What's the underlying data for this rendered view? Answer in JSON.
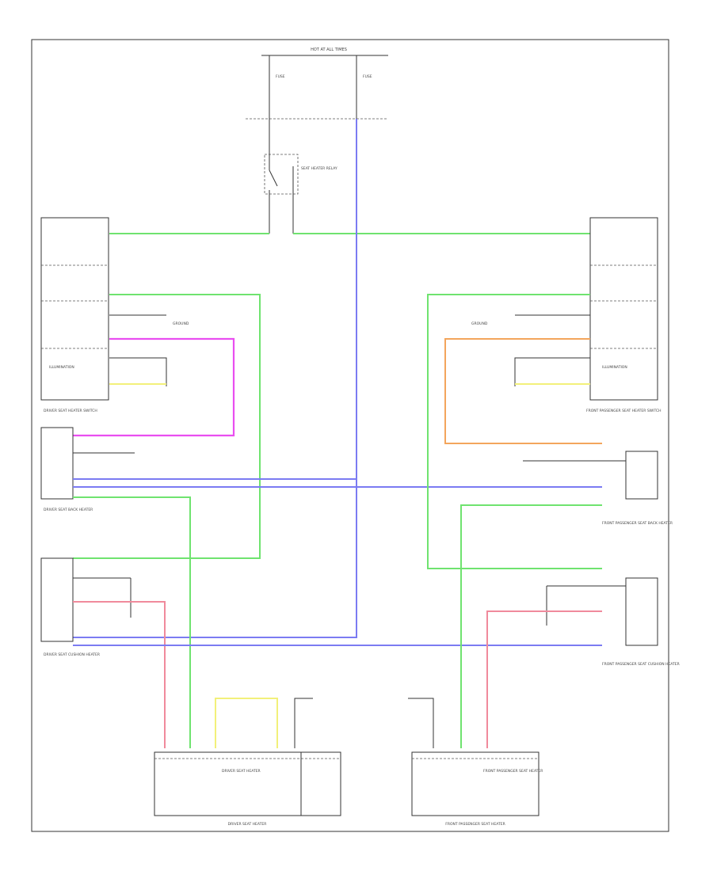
{
  "diagram": {
    "top_feed_label": "HOT AT ALL TIMES",
    "fuse_label_left": "FUSE",
    "fuse_label_right": "FUSE",
    "relay_label": "SEAT HEATER RELAY",
    "left_switch_label": "DRIVER SEAT HEATER SWITCH",
    "right_switch_label": "FRONT PASSENGER SEAT HEATER SWITCH",
    "left_module_label": "DRIVER SEAT HEATER",
    "right_module_label": "FRONT PASSENGER SEAT HEATER",
    "left_heater_back_label": "DRIVER SEAT BACK HEATER",
    "right_heater_back_label": "FRONT PASSENGER SEAT BACK HEATER",
    "left_heater_cushion_label": "DRIVER SEAT CUSHION HEATER",
    "right_heater_cushion_label": "FRONT PASSENGER SEAT CUSHION HEATER",
    "illum_label": "ILLUMINATION",
    "ground_label": "GROUND",
    "footer_left": "",
    "footer_center_left": "DRIVER SEAT HEATER",
    "footer_center_right": "FRONT PASSENGER SEAT HEATER"
  },
  "colors": {
    "green": "#6fe36f",
    "blue": "#7b7bf2",
    "magenta": "#e94ef0",
    "orange": "#f3a55c",
    "yellow": "#f2f07a",
    "red": "#f08a9c",
    "black": "#333333"
  }
}
